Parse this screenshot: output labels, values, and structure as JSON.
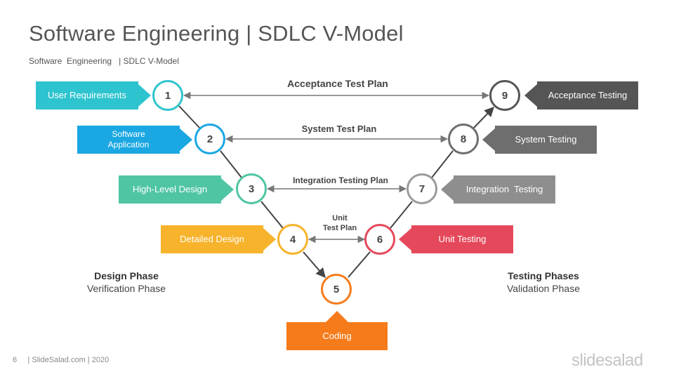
{
  "header": {
    "title": "Software Engineering | SDLC V-Model",
    "subtitle": "Software  Engineering   | SDLC V-Model"
  },
  "plans": {
    "acceptance": "Acceptance Test Plan",
    "system": "System Test Plan",
    "integration": "Integration Testing Plan",
    "unit_line1": "Unit",
    "unit_line2": "Test Plan"
  },
  "nodes": [
    {
      "num": "1",
      "color": "#2ec4cf"
    },
    {
      "num": "2",
      "color": "#1aa7e2"
    },
    {
      "num": "3",
      "color": "#4fc5a4"
    },
    {
      "num": "4",
      "color": "#f7b32b"
    },
    {
      "num": "5",
      "color": "#f67b1b"
    },
    {
      "num": "6",
      "color": "#e5485a"
    },
    {
      "num": "7",
      "color": "#9b9b9b"
    },
    {
      "num": "8",
      "color": "#6e6e6e"
    },
    {
      "num": "9",
      "color": "#555555"
    }
  ],
  "boxes": {
    "user_requirements": {
      "label": "User Requirements",
      "color": "#2ec4cf"
    },
    "software_application": {
      "line1": "Software",
      "line2": "Application",
      "color": "#1aa7e2"
    },
    "high_level_design": {
      "label": "High-Level Design",
      "color": "#4fc5a4"
    },
    "detailed_design": {
      "label": "Detailed Design",
      "color": "#f7b32b"
    },
    "coding": {
      "label": "Coding",
      "color": "#f67b1b"
    },
    "unit_testing": {
      "label": "Unit Testing",
      "color": "#e5485a"
    },
    "integration_testing": {
      "label": "Integration  Testing",
      "color": "#8e8e8e"
    },
    "system_testing": {
      "label": "System Testing",
      "color": "#6e6e6e"
    },
    "acceptance_testing": {
      "label": "Acceptance Testing",
      "color": "#555555"
    }
  },
  "phases": {
    "design_head": "Design Phase",
    "design_sub": "Verification Phase",
    "testing_head": "Testing Phases",
    "testing_sub": "Validation Phase"
  },
  "footer": {
    "page": "6",
    "text": "| SlideSalad.com | 2020",
    "brand": "slidesalad"
  }
}
